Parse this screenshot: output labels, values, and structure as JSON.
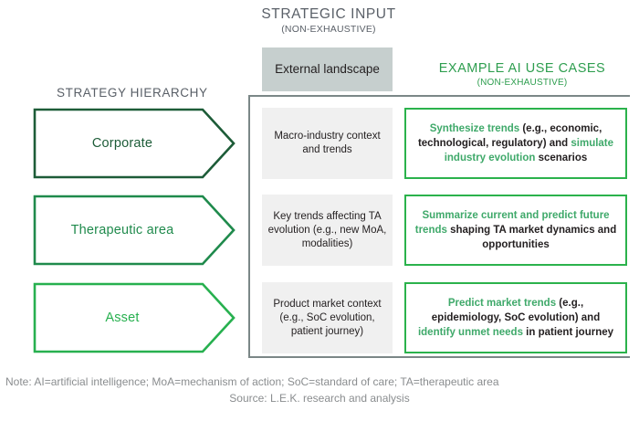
{
  "headings": {
    "strategic_input_title": "STRATEGIC INPUT",
    "strategic_input_sub": "(NON-EXHAUSTIVE)",
    "use_cases_title": "EXAMPLE AI USE CASES",
    "use_cases_sub": "(NON-EXHAUSTIVE)",
    "strategy_hierarchy": "STRATEGY HIERARCHY",
    "external_landscape": "External landscape"
  },
  "colors": {
    "grey_header": "#c6cfce",
    "grey_cell": "#f0f0f0",
    "frame_border": "#7b8787",
    "green_accent": "#2bb24c",
    "green_text": "#3fa96a",
    "heading_green": "#2e9e4f",
    "muted_text": "#8a8d8f"
  },
  "rows": [
    {
      "hierarchy_label": "Corporate",
      "hierarchy_color": "#1d5c38",
      "strategic_input": "Macro-industry context and trends",
      "use_case_segments": [
        {
          "text": "Synthesize trends",
          "style": "green"
        },
        {
          "text": " (e.g., economic, technological, regulatory) and ",
          "style": "dark"
        },
        {
          "text": "simulate industry evolution",
          "style": "green"
        },
        {
          "text": " scenarios",
          "style": "dark"
        }
      ]
    },
    {
      "hierarchy_label": "Therapeutic area",
      "hierarchy_color": "#1f8a4c",
      "strategic_input": "Key trends affecting TA evolution (e.g., new MoA, modalities)",
      "use_case_segments": [
        {
          "text": "Summarize current and predict future trends",
          "style": "green"
        },
        {
          "text": " shaping TA market dynamics and opportunities",
          "style": "dark"
        }
      ]
    },
    {
      "hierarchy_label": "Asset",
      "hierarchy_color": "#27b04f",
      "strategic_input": "Product market context (e.g., SoC evolution, patient journey)",
      "use_case_segments": [
        {
          "text": "Predict market trends",
          "style": "green"
        },
        {
          "text": " (e.g., epidemiology, SoC evolution) and ",
          "style": "dark"
        },
        {
          "text": "identify unmet needs",
          "style": "green"
        },
        {
          "text": " in patient journey",
          "style": "dark"
        }
      ]
    }
  ],
  "footnotes": {
    "note": "Note: AI=artificial intelligence; MoA=mechanism of action; SoC=standard of care; TA=therapeutic area",
    "source": "Source: L.E.K. research and analysis"
  }
}
